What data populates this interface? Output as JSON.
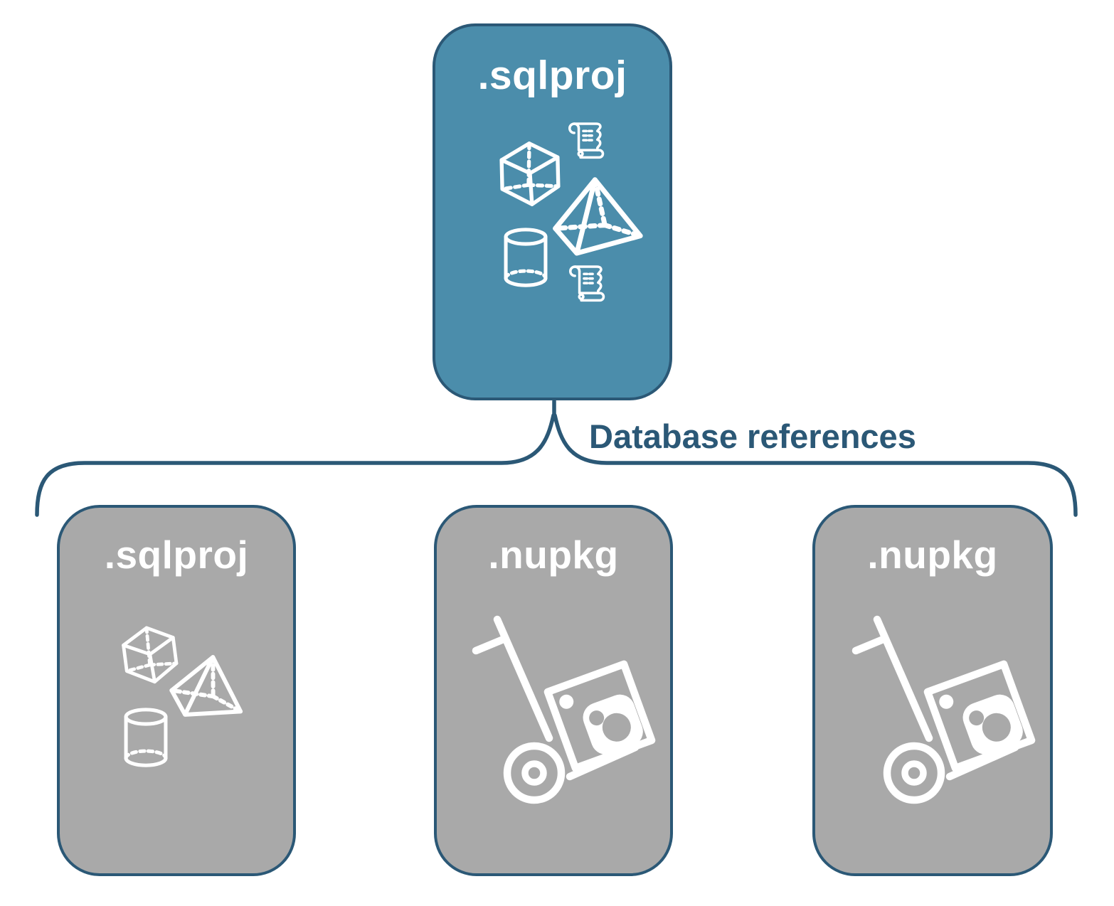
{
  "colors": {
    "accent": "#2B5876",
    "box-blue": "#4B8DAB",
    "box-gray": "#A9A9A9",
    "icon": "#FFFFFF"
  },
  "top_card": {
    "label": ".sqlproj",
    "icons": [
      "cube-icon",
      "scroll-icon",
      "pyramid-icon",
      "cylinder-icon",
      "scroll-icon"
    ]
  },
  "connector": {
    "label": "Database references"
  },
  "bottom_cards": [
    {
      "label": ".sqlproj",
      "icons": [
        "cube-icon",
        "pyramid-icon",
        "cylinder-icon"
      ]
    },
    {
      "label": ".nupkg",
      "icons": [
        "nuget-trolley-icon"
      ]
    },
    {
      "label": ".nupkg",
      "icons": [
        "nuget-trolley-icon"
      ]
    }
  ]
}
